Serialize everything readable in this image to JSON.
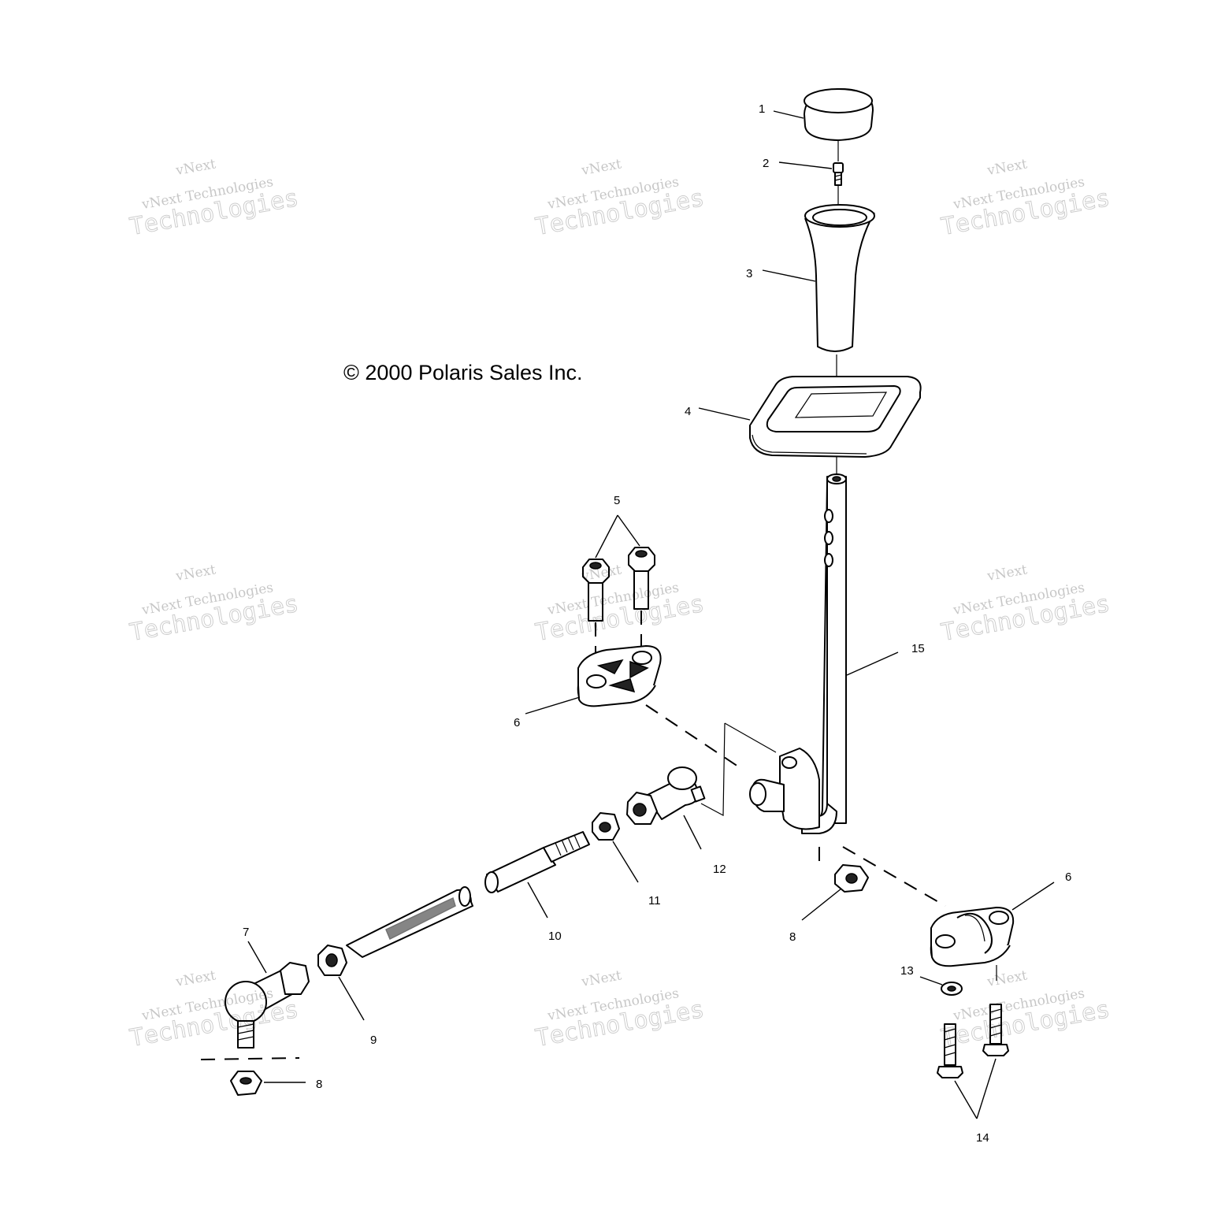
{
  "copyright": "© 2000 Polaris Sales Inc.",
  "watermark": {
    "line1": "vNext",
    "line2": "vNext Technologies",
    "line3": "Technologies"
  },
  "callouts": {
    "c1": "1",
    "c2": "2",
    "c3": "3",
    "c4": "4",
    "c5": "5",
    "c6a": "6",
    "c6b": "6",
    "c7": "7",
    "c8a": "8",
    "c8b": "8",
    "c9": "9",
    "c10": "10",
    "c11": "11",
    "c12": "12",
    "c13": "13",
    "c14": "14",
    "c15": "15"
  }
}
